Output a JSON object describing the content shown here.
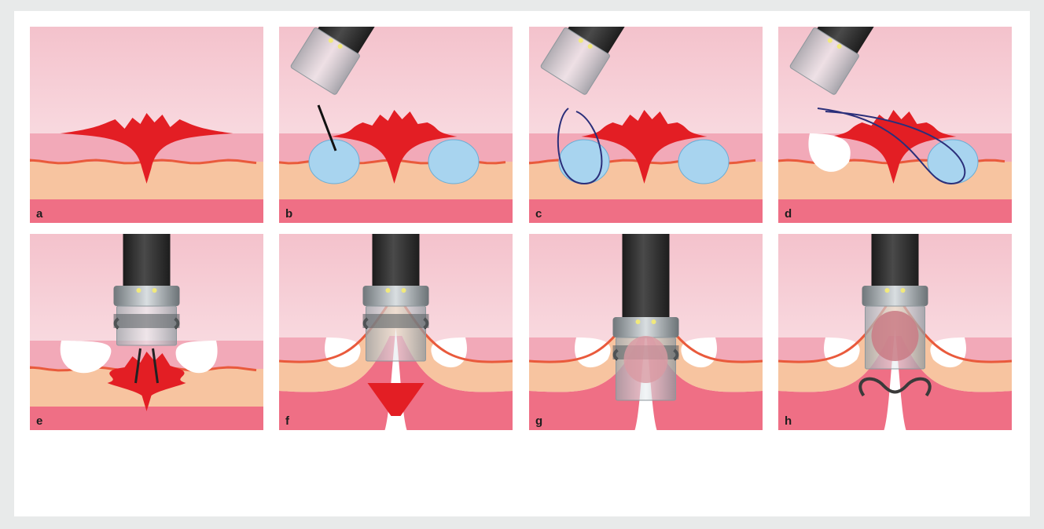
{
  "figure": {
    "background": "#e8eaea",
    "frame_color": "#ffffff",
    "panels": [
      {
        "label": "a",
        "stage": "lesion"
      },
      {
        "label": "b",
        "stage": "injection"
      },
      {
        "label": "c",
        "stage": "snare"
      },
      {
        "label": "d",
        "stage": "resection"
      },
      {
        "label": "e",
        "stage": "grasp"
      },
      {
        "label": "f",
        "stage": "suction"
      },
      {
        "label": "g",
        "stage": "cap-full"
      },
      {
        "label": "h",
        "stage": "clip"
      }
    ]
  },
  "colors": {
    "lumen_top": "#f3c6cf",
    "lumen_bottom": "#fbe9ed",
    "mucosa": "#f2a9b8",
    "muscularis_line": "#e95a3c",
    "submucosa": "#f7c4a0",
    "muscle": "#ef6f85",
    "lesion": "#e31e24",
    "injection": "#a8d4ef",
    "snare": "#2b2f7a",
    "scope": "#2b2b2b",
    "cap": "#c8cfd4",
    "clip": "#3a3a3a"
  }
}
